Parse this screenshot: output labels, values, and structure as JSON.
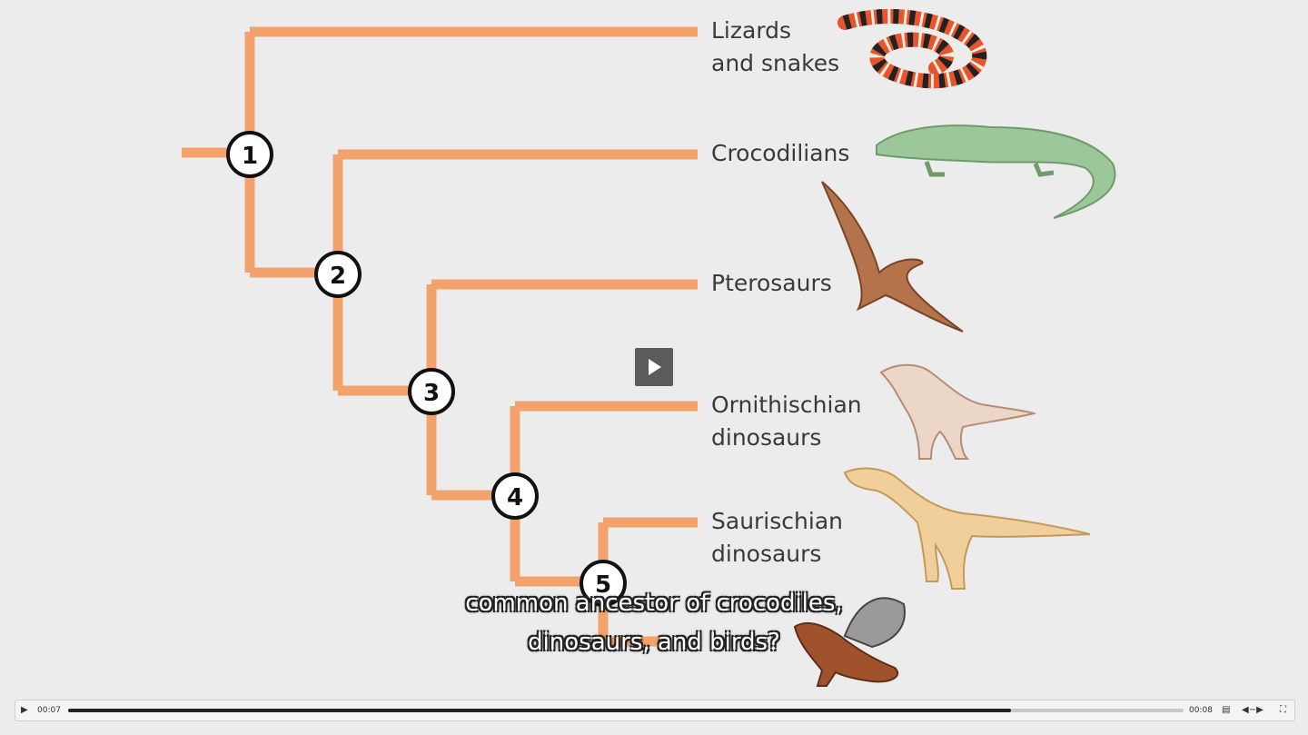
{
  "diagram": {
    "taxa": [
      {
        "line1": "Lizards",
        "line2": "and snakes",
        "icon": "snake-icon"
      },
      {
        "line1": "Crocodilians",
        "line2": "",
        "icon": "crocodile-icon"
      },
      {
        "line1": "Pterosaurs",
        "line2": "",
        "icon": "pterosaur-icon"
      },
      {
        "line1": "Ornithischian",
        "line2": "dinosaurs",
        "icon": "ornithischian-icon"
      },
      {
        "line1": "Saurischian",
        "line2": "dinosaurs",
        "icon": "saurischian-icon"
      }
    ],
    "nodes": [
      "1",
      "2",
      "3",
      "4",
      "5"
    ],
    "branch_color": "#f4a26b"
  },
  "caption": {
    "line1": "common ancestor of crocodiles,",
    "line2": "dinosaurs, and birds?"
  },
  "player": {
    "current_time": "00:07",
    "duration": "00:08",
    "progress": 0.845,
    "play_overlay_icon": "play-icon"
  }
}
